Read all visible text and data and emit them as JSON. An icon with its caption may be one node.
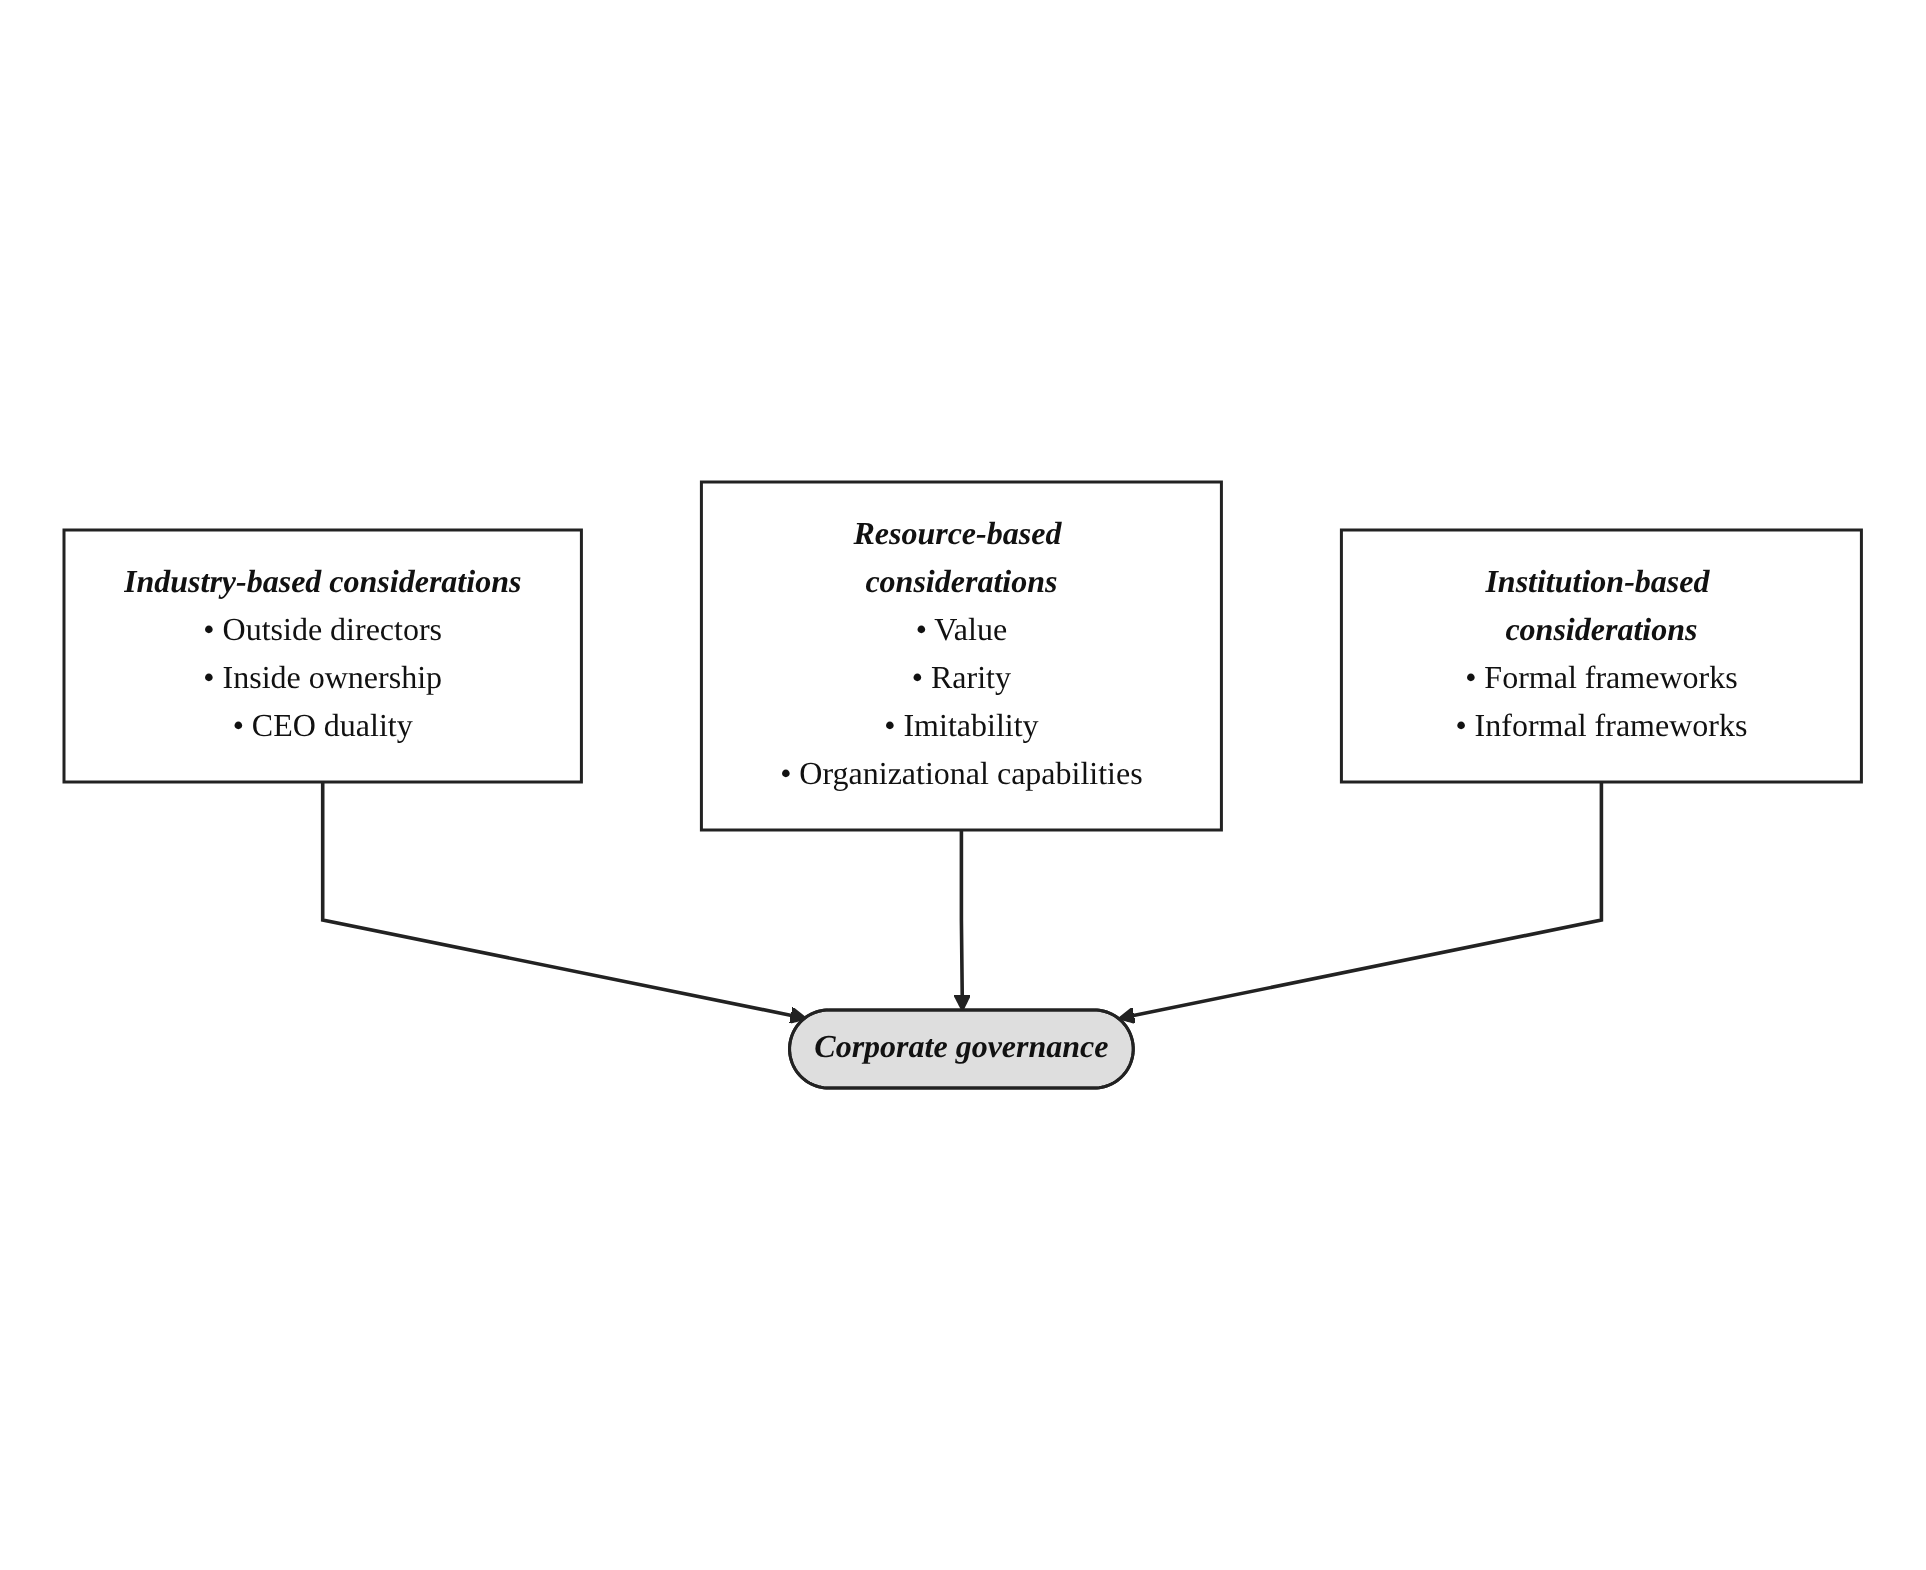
{
  "diagram": {
    "nodes": [
      {
        "text": [
          "Industry-based considerations",
          "• Outside directors",
          "• Inside ownership",
          "• CEO duality"
        ]
      },
      {
        "text": [
          "Resource-based considerations",
          "• Value",
          "• Rarity",
          "• Imitability",
          "• Organizational capabilities"
        ]
      },
      {
        "text": [
          "Corporate governance"
        ]
      },
      {
        "text": [
          "Institution-based considerations",
          "• Formal frameworks",
          "• Informal frameworks"
        ]
      }
    ],
    "edges": [
      {
        "from": 0,
        "to": 2,
        "arrow": "to"
      },
      {
        "from": 1,
        "to": 2,
        "arrow": "to"
      },
      {
        "from": 3,
        "to": 2,
        "arrow": "to"
      }
    ]
  }
}
